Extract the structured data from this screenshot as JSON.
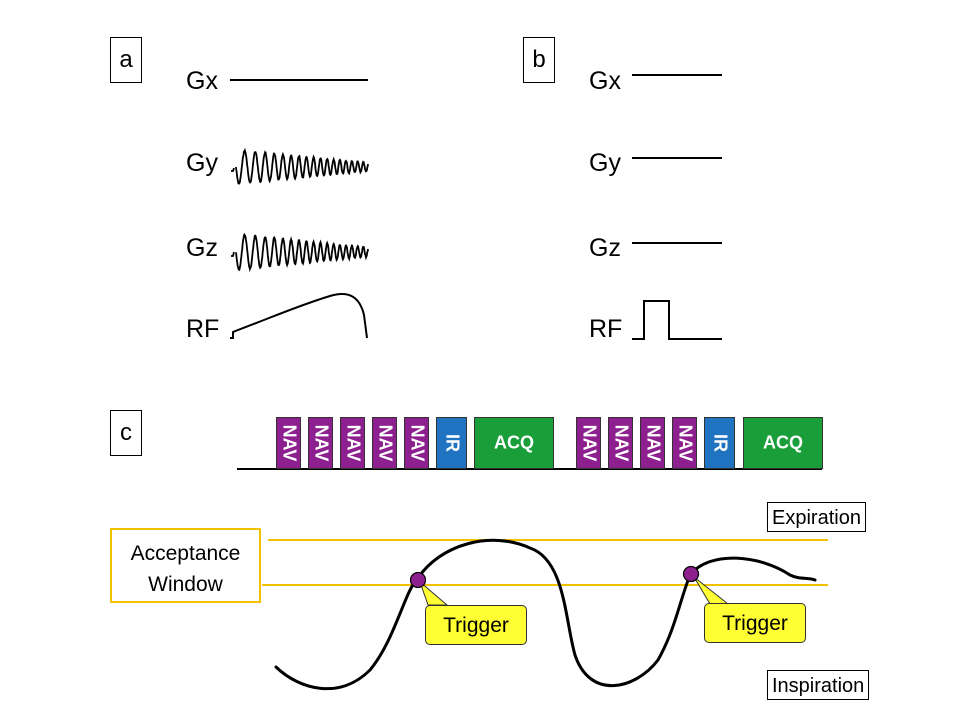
{
  "panel_a": {
    "label": "a",
    "rows": [
      "Gx",
      "Gy",
      "Gz",
      "RF"
    ]
  },
  "panel_b": {
    "label": "b",
    "rows": [
      "Gx",
      "Gy",
      "Gz",
      "RF"
    ]
  },
  "panel_c": {
    "label": "c",
    "blocks": [
      {
        "kind": "nav",
        "text": "NAV"
      },
      {
        "kind": "nav",
        "text": "NAV"
      },
      {
        "kind": "nav",
        "text": "NAV"
      },
      {
        "kind": "nav",
        "text": "NAV"
      },
      {
        "kind": "nav",
        "text": "NAV"
      },
      {
        "kind": "ir",
        "text": "IR"
      },
      {
        "kind": "acq",
        "text": "ACQ"
      },
      {
        "kind": "nav",
        "text": "NAV"
      },
      {
        "kind": "nav",
        "text": "NAV"
      },
      {
        "kind": "nav",
        "text": "NAV"
      },
      {
        "kind": "nav",
        "text": "NAV"
      },
      {
        "kind": "ir",
        "text": "IR"
      },
      {
        "kind": "acq",
        "text": "ACQ"
      }
    ],
    "expiration_label": "Expiration",
    "inspiration_label": "Inspiration",
    "acceptance_window_label": [
      "Acceptance",
      "Window"
    ],
    "trigger_labels": [
      "Trigger",
      "Trigger"
    ]
  },
  "colors": {
    "nav": "#8e1f8e",
    "ir": "#1f73c0",
    "acq": "#1a9e3a",
    "acceptance_window": "#f2c200",
    "trigger": "#ffff33",
    "trigger_point": "#8e1f8e"
  }
}
